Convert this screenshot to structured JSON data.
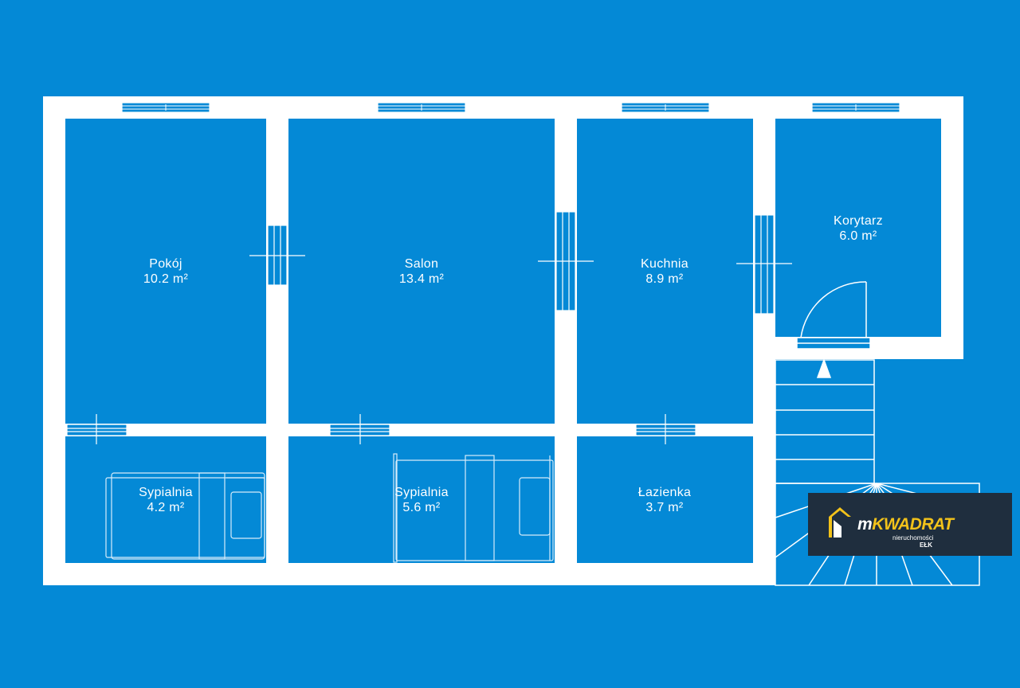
{
  "floor_plan": {
    "rooms": [
      {
        "id": "pokoj",
        "name": "Pokój",
        "area": "10.2 m²"
      },
      {
        "id": "salon",
        "name": "Salon",
        "area": "13.4 m²"
      },
      {
        "id": "kuchnia",
        "name": "Kuchnia",
        "area": "8.9 m²"
      },
      {
        "id": "korytarz",
        "name": "Korytarz",
        "area": "6.0 m²"
      },
      {
        "id": "sypialnia1",
        "name": "Sypialnia",
        "area": "4.2 m²"
      },
      {
        "id": "sypialnia2",
        "name": "Sypialnia",
        "area": "5.6 m²"
      },
      {
        "id": "lazienka",
        "name": "Łazienka",
        "area": "3.7 m²"
      }
    ]
  },
  "logo": {
    "brand_prefix": "m",
    "brand_highlight": "KWADRAT",
    "subtitle": "nieruchomości",
    "city": "EŁK"
  },
  "colors": {
    "background": "#0489d6",
    "walls": "#ffffff",
    "logo_bg": "#1f2e3e",
    "logo_accent": "#f2c21a"
  }
}
